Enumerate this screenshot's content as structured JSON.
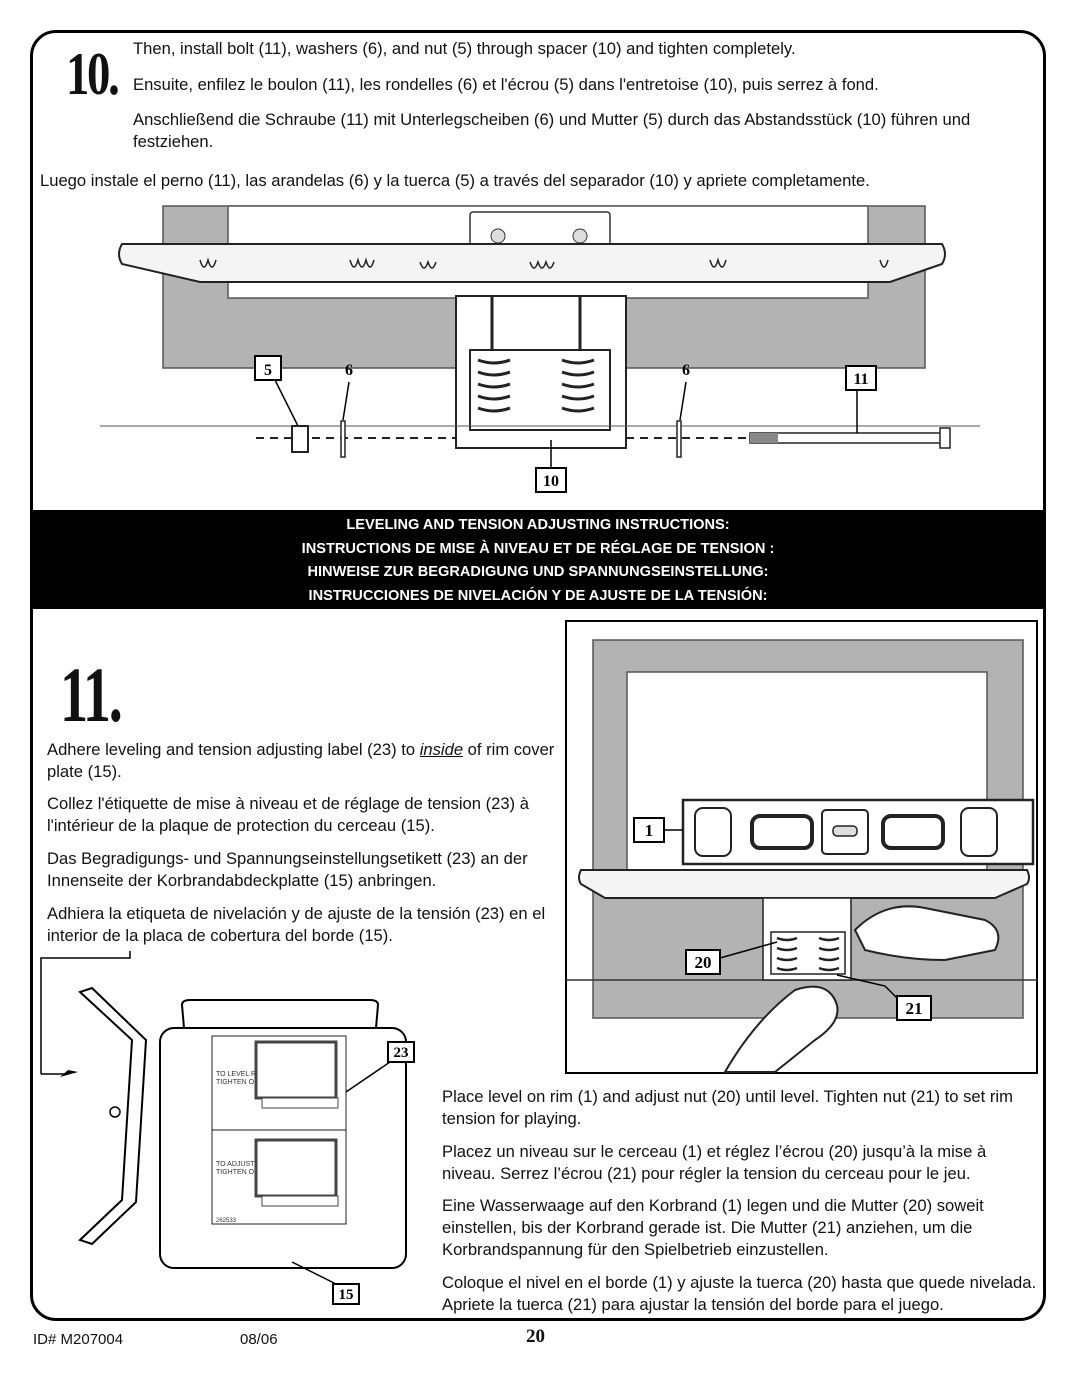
{
  "step10": {
    "number": "10.",
    "en": "Then, install bolt (11), washers (6), and nut (5) through spacer (10) and tighten completely.",
    "fr": "Ensuite, enfilez le boulon (11), les rondelles (6) et l'écrou (5) dans l'entretoise (10), puis serrez à fond.",
    "de": "Anschließend die Schraube (11) mit Unterlegscheiben (6) und Mutter (5) durch das Abstandsstück (10) führen und festziehen.",
    "es": "Luego instale el perno (11), las arandelas (6) y la tuerca (5) a través del separador (10) y apriete completamente.",
    "callouts": {
      "nut": "5",
      "washer_left": "6",
      "washer_right": "6",
      "bolt": "11",
      "spacer": "10"
    }
  },
  "banner": {
    "en": "LEVELING AND TENSION ADJUSTING INSTRUCTIONS:",
    "fr": "INSTRUCTIONS DE MISE À NIVEAU ET DE RÉGLAGE DE TENSION :",
    "de": "HINWEISE ZUR BEGRADIGUNG UND SPANNUNGSEINSTELLUNG:",
    "es": "INSTRUCCIONES DE NIVELACIÓN Y DE AJUSTE DE LA TENSIÓN:"
  },
  "step11": {
    "number": "11.",
    "label_en_pre": "Adhere leveling and tension adjusting label (23) to ",
    "label_en_em": "inside",
    "label_en_post": " of rim cover plate (15).",
    "label_fr": "Collez l'étiquette de mise à niveau et de réglage de tension (23) à l'intérieur de la plaque de protection du cerceau (15).",
    "label_de": "Das Begradigungs- und Spannungseinstellungsetikett (23) an der Innenseite der Korbrandabdeckplatte (15) anbringen.",
    "label_es": "Adhiera la etiqueta de nivelación y de ajuste de la tensión (23) en el interior de la placa de cobertura del borde (15).",
    "level_en": "Place level on rim (1) and adjust nut (20) until level. Tighten nut (21) to set rim tension for playing.",
    "level_fr": "Placez un niveau sur le cerceau (1) et réglez l’écrou (20) jusqu’à la mise à niveau. Serrez l’écrou (21) pour régler la tension du cerceau pour le jeu.",
    "level_de": "Eine Wasserwaage auf den Korbrand (1) legen und die Mutter (20) soweit einstellen, bis der Korbrand gerade ist. Die Mutter (21) anziehen, um die Korbrandspannung für den Spielbetrieb einzustellen.",
    "level_es": "Coloque el nivel en el borde (1) y ajuste la tuerca (20) hasta que quede nivelada. Apriete la tuerca (21) para ajustar la tensión del borde para el juego.",
    "callouts": {
      "level": "1",
      "nut_adjust": "20",
      "nut_tension": "21",
      "label": "23",
      "cover_plate": "15"
    },
    "label_text_1a": "TO LEVEL RIM,",
    "label_text_1b": "TIGHTEN OR LOOSEN THESE NUTS",
    "label_text_2a": "TO ADJUST RIM TENSION",
    "label_text_2b": "TIGHTEN OR LOOSEN THESE NUTS",
    "label_part_no": "262533"
  },
  "footer": {
    "id": "ID#   M207004",
    "date": "08/06",
    "page": "20"
  },
  "colors": {
    "gray_panel": "#b3b3b3",
    "black": "#000000"
  }
}
